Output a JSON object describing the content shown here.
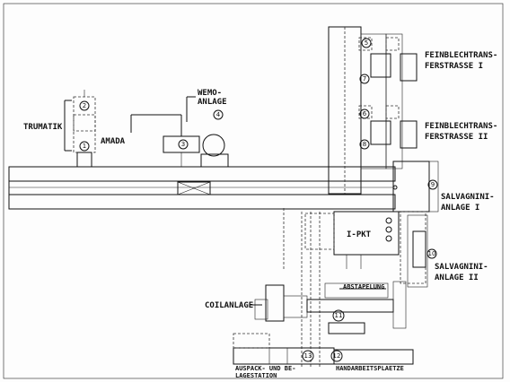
{
  "labels": {
    "trumatik": "TRUMATIK",
    "amada": "AMADA",
    "wemo_line1": "WEMO-",
    "wemo_line2": "ANLAGE",
    "feinblech1_line1": "FEINBLECHTRANS-",
    "feinblech1_line2": "FERSTRASSE I",
    "feinblech2_line1": "FEINBLECHTRANS-",
    "feinblech2_line2": "FERSTRASSE II",
    "salvagnini1_line1": "SALVAGNINI-",
    "salvagnini1_line2": "ANLAGE I",
    "salvagnini2_line1": "SALVAGNINI-",
    "salvagnini2_line2": "ANLAGE II",
    "ipkt": "I-PKT",
    "coilanlage": "COILANLAGE",
    "abstapelung": "ABSTAPELUNG",
    "auspack_line1": "AUSPACK- UND BE-",
    "auspack_line2": "LAGESTATION",
    "handarbeit": "HANDARBEITSPLAETZE"
  },
  "station_numbers": {
    "n1": "1",
    "n2": "2",
    "n3": "3",
    "n4": "4",
    "n5": "5",
    "n6": "6",
    "n7": "7",
    "n8": "8",
    "n9": "9",
    "n10": "10",
    "n11": "11",
    "n12": "12",
    "n13": "13"
  }
}
